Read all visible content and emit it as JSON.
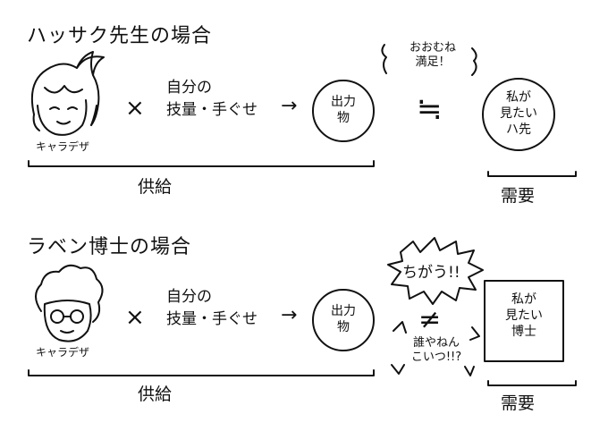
{
  "section1": {
    "title": "ハッサク先生の場合",
    "character_caption": "キャラデザ",
    "times": "×",
    "skill_line1": "自分の",
    "skill_line2": "技量・手ぐせ",
    "arrow": "→",
    "output_line1": "出力",
    "output_line2": "物",
    "approx": "≒",
    "bubble_line1": "おおむね",
    "bubble_line2": "満足！",
    "want_line1": "私が",
    "want_line2": "見たい",
    "want_line3": "ハ先",
    "supply": "供給",
    "demand": "需要"
  },
  "section2": {
    "title": "ラベン博士の場合",
    "character_caption": "キャラデザ",
    "times": "×",
    "skill_line1": "自分の",
    "skill_line2": "技量・手ぐせ",
    "arrow": "→",
    "output_line1": "出力",
    "output_line2": "物",
    "shout": "ちがう!!",
    "not_equal": "≠",
    "whisper_line1": "誰やねん",
    "whisper_line2": "こいつ!!?",
    "want_line1": "私が",
    "want_line2": "見たい",
    "want_line3": "博士",
    "supply": "供給",
    "demand": "需要"
  }
}
